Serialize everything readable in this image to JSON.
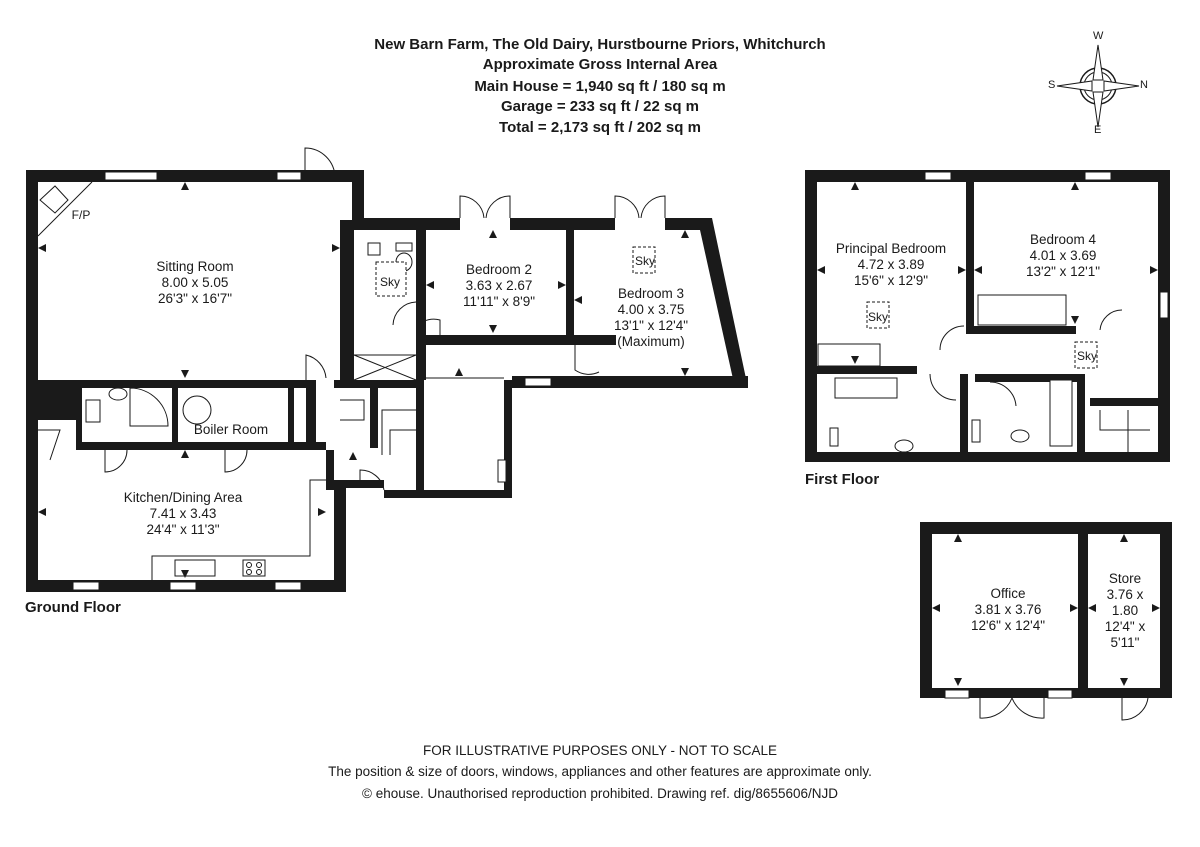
{
  "header": {
    "line1": "New Barn Farm, The Old Dairy, Hurstbourne Priors, Whitchurch",
    "line2": "Approximate Gross Internal Area",
    "line3": "Main House = 1,940 sq ft / 180 sq m",
    "line4": "Garage = 233 sq ft / 22 sq m",
    "line5": "Total = 2,173 sq ft / 202 sq m"
  },
  "compass": {
    "north": "N",
    "south": "S",
    "east": "E",
    "west": "W"
  },
  "floors": {
    "ground": "Ground Floor",
    "first": "First Floor"
  },
  "rooms": {
    "sitting": {
      "name": "Sitting Room",
      "metric": "8.00 x 5.05",
      "imperial": "26'3\" x 16'7\""
    },
    "bed2": {
      "name": "Bedroom 2",
      "metric": "3.63 x 2.67",
      "imperial": "11'11\" x 8'9\""
    },
    "bed3": {
      "name": "Bedroom 3",
      "metric": "4.00 x 3.75",
      "imperial": "13'1\" x 12'4\"",
      "note": "(Maximum)"
    },
    "boiler": {
      "name": "Boiler Room"
    },
    "kitchen": {
      "name": "Kitchen/Dining Area",
      "metric": "7.41 x 3.43",
      "imperial": "24'4\" x 11'3\""
    },
    "principal": {
      "name": "Principal Bedroom",
      "metric": "4.72 x 3.89",
      "imperial": "15'6\" x 12'9\""
    },
    "bed4": {
      "name": "Bedroom 4",
      "metric": "4.01 x 3.69",
      "imperial": "13'2\" x 12'1\""
    },
    "office": {
      "name": "Office",
      "metric": "3.81 x 3.76",
      "imperial": "12'6\" x 12'4\""
    },
    "store": {
      "name": "Store",
      "metric1": "3.76 x",
      "metric2": "1.80",
      "imperial1": "12'4\" x",
      "imperial2": "5'11\""
    }
  },
  "markers": {
    "fireplace": "F/P",
    "skylight": "Sky"
  },
  "footer": {
    "disclaimer": "FOR ILLUSTRATIVE PURPOSES ONLY - NOT TO SCALE",
    "note": "The position & size of doors, windows, appliances and other features are approximate only.",
    "copyright": "© ehouse. Unauthorised reproduction prohibited. Drawing ref. dig/8655606/NJD"
  }
}
